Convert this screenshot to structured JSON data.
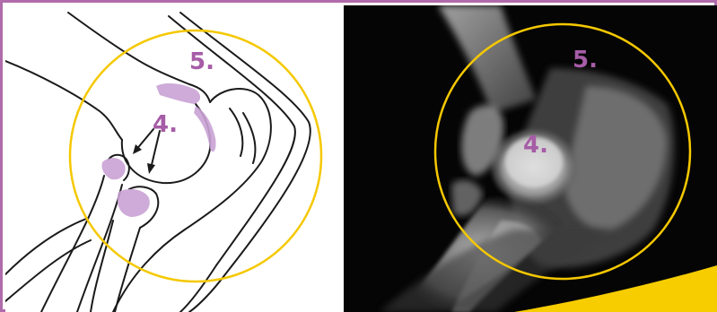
{
  "colors": {
    "frame": "#b06bab",
    "label": "#a65ca6",
    "circle": "#f5c800",
    "highlight": "#c9a2d4",
    "accent_band": "#f7cd00",
    "xray_background": "#050505"
  },
  "left_panel": {
    "label_5": "5.",
    "label_4": "4."
  },
  "right_panel": {
    "label_5": "5.",
    "label_4": "4."
  }
}
